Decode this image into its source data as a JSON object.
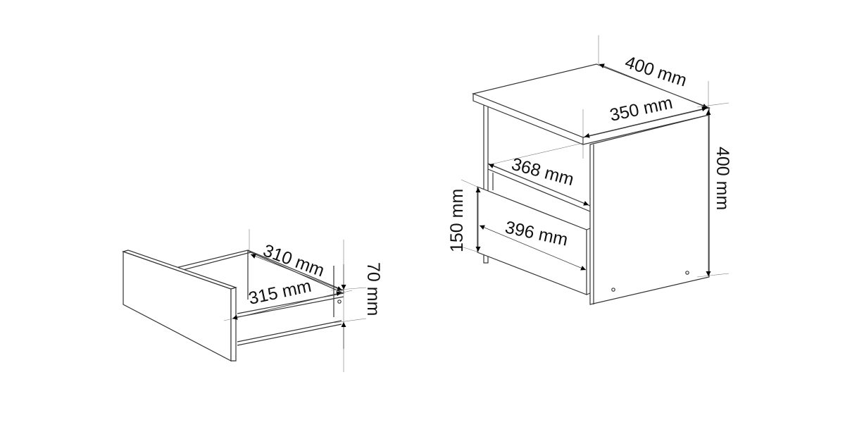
{
  "drawer": {
    "inner_depth_label": "310 mm",
    "outer_depth_label": "315 mm",
    "height_label": "70 mm"
  },
  "cabinet": {
    "depth_label": "400 mm",
    "width_label": "350 mm",
    "height_label": "400 mm",
    "shelf_depth_label": "368 mm",
    "drawer_depth_label": "396 mm",
    "drawer_height_label": "150 mm"
  },
  "colors": {
    "line": "#333333",
    "background": "#ffffff"
  }
}
